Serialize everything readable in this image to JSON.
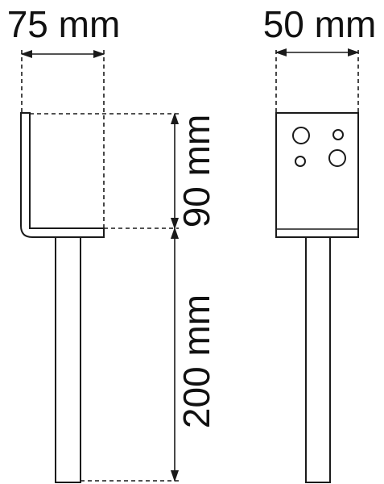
{
  "dimensions": {
    "side_width": "75 mm",
    "front_width": "50 mm",
    "bracket_height": "90 mm",
    "rod_length": "200 mm"
  }
}
